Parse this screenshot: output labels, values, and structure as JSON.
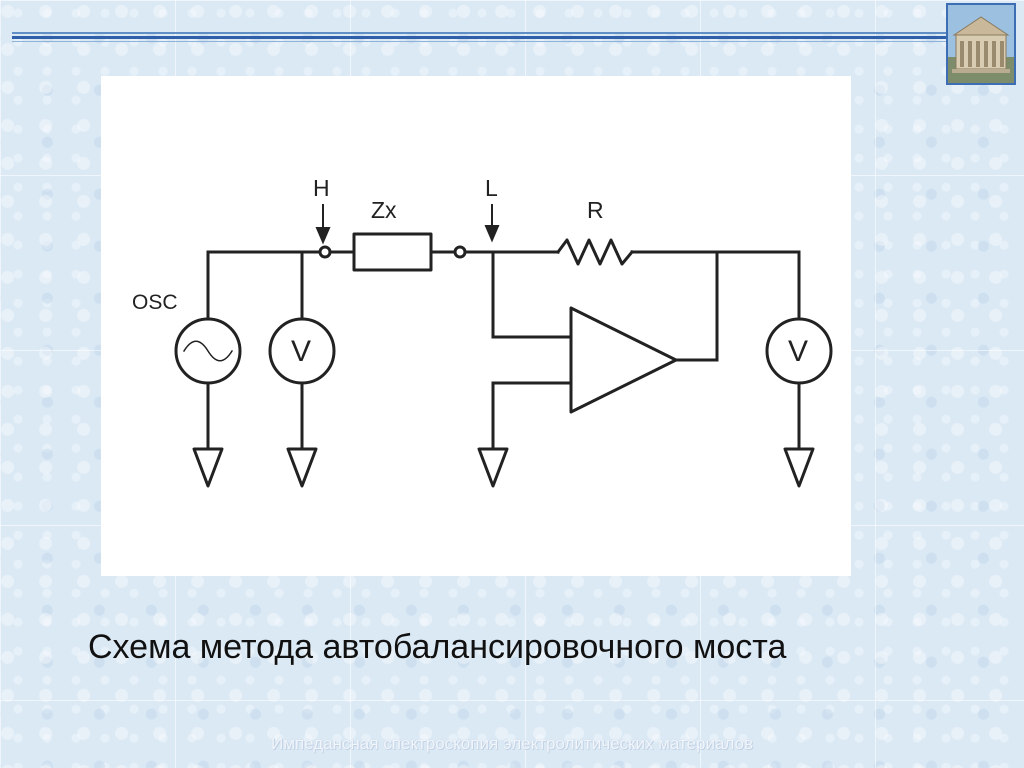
{
  "slide": {
    "caption": "Схема метода автобалансировочного моста",
    "footer": "Импедансная спектроскопия электролитических материалов"
  },
  "diagram": {
    "labels": {
      "h": "H",
      "l": "L",
      "zx": "Zx",
      "r": "R",
      "osc": "OSC",
      "voltmeter_left": "V",
      "voltmeter_right": "V"
    }
  },
  "colors": {
    "accent": "#2f5fa8",
    "background": "#dbe9f5",
    "wire": "#222222"
  },
  "icons": {
    "logo": "university-building-icon",
    "source": "ac-source-icon",
    "ground": "ground-icon"
  }
}
